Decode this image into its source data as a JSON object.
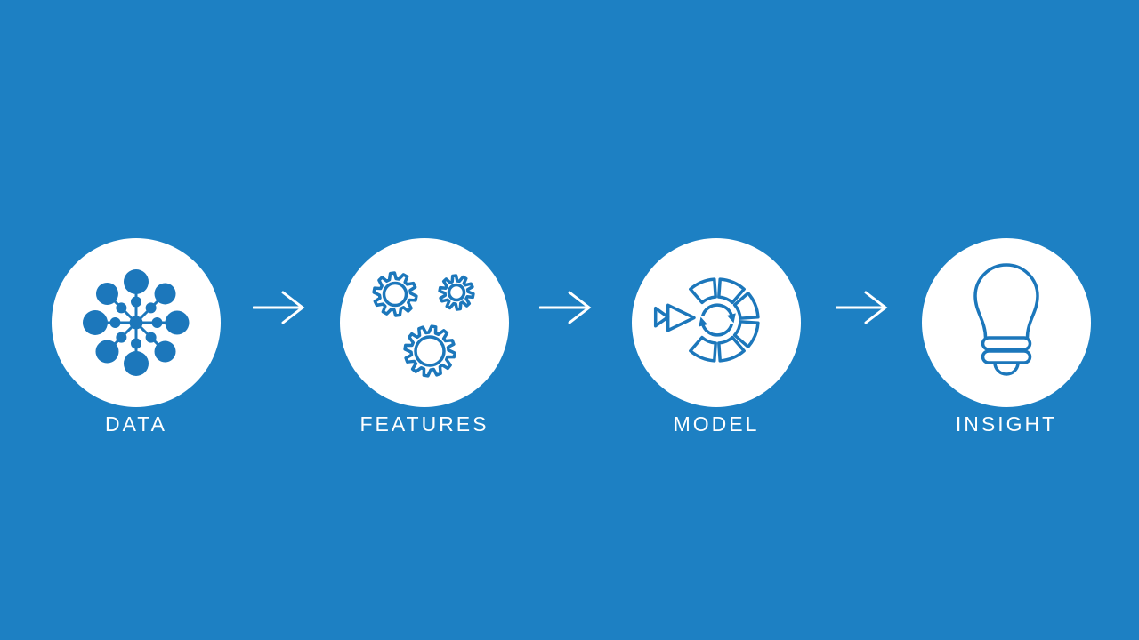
{
  "canvas": {
    "background": "#1d80c3",
    "icon_blue": "#1c77bb",
    "circle_fill": "#ffffff",
    "label_color": "#ffffff"
  },
  "pipeline": {
    "steps": [
      {
        "label": "DATA",
        "icon": "network-hub-icon"
      },
      {
        "label": "FEATURES",
        "icon": "gears-icon"
      },
      {
        "label": "MODEL",
        "icon": "model-cycle-icon"
      },
      {
        "label": "INSIGHT",
        "icon": "lightbulb-icon"
      }
    ],
    "connector": "right-arrow"
  }
}
